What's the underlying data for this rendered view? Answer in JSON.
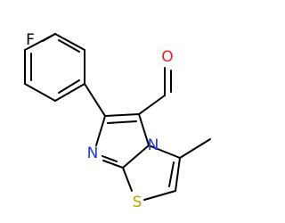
{
  "atoms": {
    "fluorine": {
      "label": "F",
      "color": "#000000"
    },
    "oxygen": {
      "label": "O",
      "color": "#e0231f"
    },
    "nitrogen": {
      "label": "N",
      "color": "#1f38e0"
    },
    "nitrogen_bridge": {
      "label": "N",
      "color": "#1f38e0"
    },
    "sulfur": {
      "label": "S",
      "color": "#b8a300"
    }
  }
}
